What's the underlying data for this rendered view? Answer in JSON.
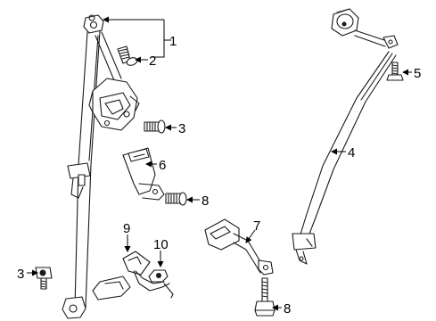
{
  "callouts": {
    "c1": "1",
    "c2": "2",
    "c3a": "3",
    "c3b": "3",
    "c4": "4",
    "c5": "5",
    "c6": "6",
    "c7": "7",
    "c8a": "8",
    "c8b": "8",
    "c9": "9",
    "c10": "10"
  }
}
